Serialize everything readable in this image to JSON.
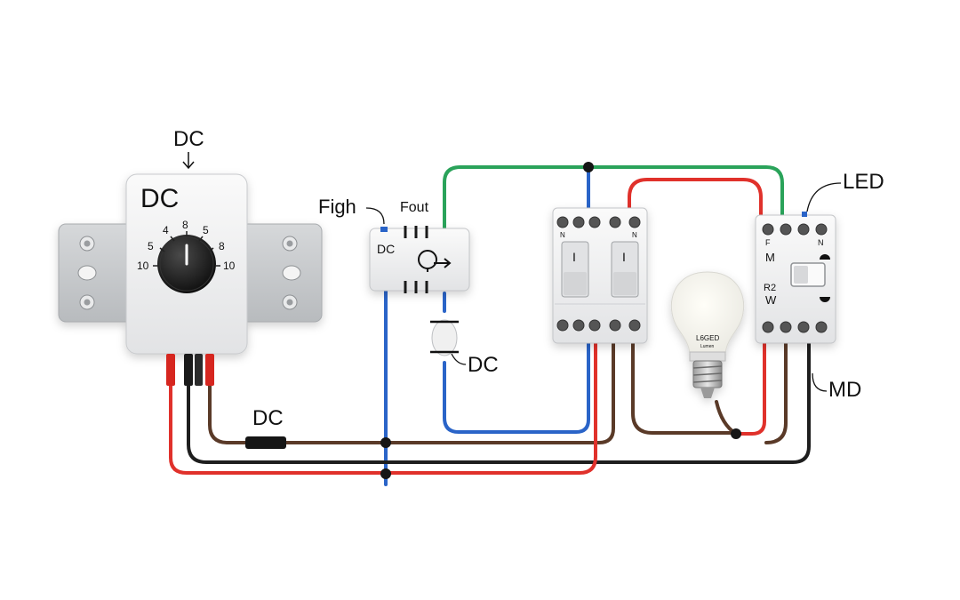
{
  "colors": {
    "wire_red": "#e0312b",
    "wire_black": "#1e1e1e",
    "wire_brown": "#5a3a28",
    "wire_blue": "#2a64c8",
    "wire_green": "#2aa35a",
    "device_body": "#f1f2f3",
    "bracket": "#c9cbcd",
    "knob": "#161616"
  },
  "labels": {
    "dimmer_top": "DC",
    "dimmer_body": "DC",
    "figh": "Figh",
    "fout": "Fout",
    "module_dc": "DC",
    "capacitor_dc": "DC",
    "wire_dc": "DC",
    "led": "LED",
    "md": "MD"
  },
  "dimmer_scale": {
    "left": [
      "10",
      "5",
      "4"
    ],
    "top": "8",
    "right": [
      "5",
      "8",
      "10"
    ]
  },
  "switch_block": {
    "terminal_left": "N",
    "terminal_right": "N",
    "rocker_left": "I",
    "rocker_right": "I"
  },
  "relay": {
    "terminal_left": "F",
    "terminal_right": "N",
    "label_m": "M",
    "label_r": "R2",
    "label_w": "W"
  },
  "bulb": {
    "text_main": "L6GED",
    "text_sub": "Lumen"
  },
  "icons": [
    "screw-icon",
    "knob-icon",
    "sensor-icon",
    "light-bulb-icon",
    "junction-dot-icon"
  ]
}
